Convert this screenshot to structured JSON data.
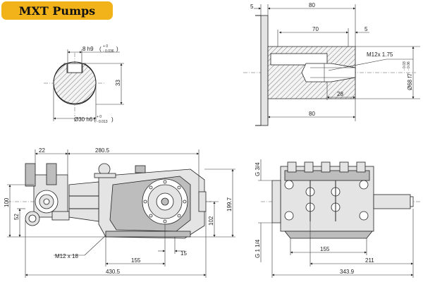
{
  "brand": {
    "title": "MXT Pumps",
    "color": "#f2b21a"
  },
  "shaft_section": {
    "keyway_tolerance": "8 h9",
    "keyway_tol_upper": "+ 0",
    "keyway_tol_lower": "- 0.036",
    "height": "33",
    "shaft_diameter": "Ø30 h6",
    "shaft_tol_upper": "+ 0",
    "shaft_tol_lower": "- 0.013"
  },
  "shaft_side": {
    "flange": "5",
    "overall_top": "80",
    "shaft_length": "70",
    "key_offset": "5",
    "thread": "M12x 1.75",
    "thread_depth": "28",
    "pilot_diameter": "Ø68 f7",
    "pilot_tol_upper": "- 0.03",
    "pilot_tol_lower": "- 0.06",
    "overall_bottom": "80"
  },
  "side_view": {
    "width_22": "22",
    "width_280": "280.5",
    "height_100": "100",
    "height_52": "52",
    "height_102": "102",
    "height_199": "199.7",
    "bolt": "M12 x 18",
    "mount_155": "155",
    "mount_15": "15",
    "overall_length": "430.5"
  },
  "end_view": {
    "inlet": "G 3/4",
    "outlet": "G 1 1/4",
    "mount_155": "155",
    "shaft_211": "211",
    "overall_width": "343.9"
  }
}
